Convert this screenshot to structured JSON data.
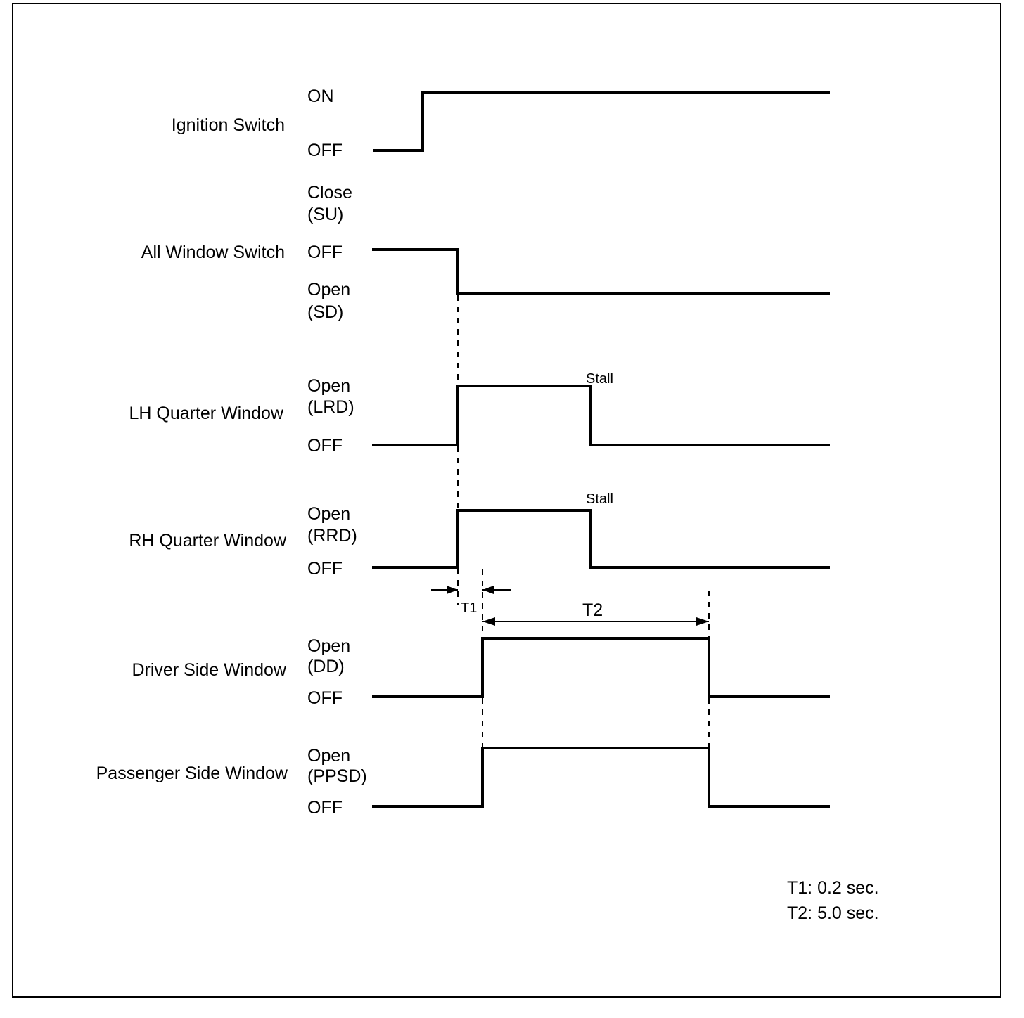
{
  "signals": [
    {
      "name": "Ignition Switch",
      "states": [
        "ON",
        "OFF"
      ]
    },
    {
      "name": "All Window Switch",
      "states": [
        "Close",
        "(SU)",
        "OFF",
        "Open",
        "(SD)"
      ]
    },
    {
      "name": "LH Quarter Window",
      "states": [
        "Open",
        "(LRD)",
        "OFF"
      ],
      "note": "Stall"
    },
    {
      "name": "RH Quarter Window",
      "states": [
        "Open",
        "(RRD)",
        "OFF"
      ],
      "note": "Stall"
    },
    {
      "name": "Driver Side Window",
      "states": [
        "Open",
        "(DD)",
        "OFF"
      ]
    },
    {
      "name": "Passenger Side Window",
      "states": [
        "Open",
        "(PPSD)",
        "OFF"
      ]
    }
  ],
  "timing": {
    "t1_label": "T1",
    "t2_label": "T2",
    "legend": [
      "T1: 0.2 sec.",
      "T2: 5.0 sec."
    ]
  }
}
